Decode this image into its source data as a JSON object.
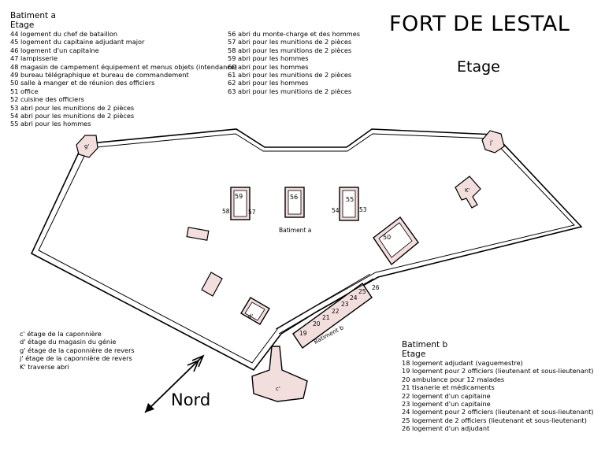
{
  "title": "FORT DE LESTAL",
  "subtitle": "Etage",
  "north_label": "Nord",
  "legend_a": {
    "heading1": "Batiment a",
    "heading2": "Etage",
    "items": [
      "44 logement du chef de bataillon",
      "45 logement du capitaine adjudant major",
      "46 logement d'un capitaine",
      "47 lampisserie",
      "48 magasin de campement équipement et menus objets (intendance)",
      "49 bureau télégraphique et bureau de commandement",
      "50 salle à manger et de réunion des officiers",
      "51 office",
      "52 cuisine des officiers",
      "53 abri pour les munitions de 2 pièces",
      "54 abri pour les munitions de 2 pièces",
      "55 abri pour les hommes"
    ]
  },
  "legend_a2": {
    "items": [
      "56 abri du monte-charge et des hommes",
      "57 abri pour les munitions de 2 pièces",
      "58 abri pour les munitions de 2 pièces",
      "59 abri pour les hommes",
      "60 abri pour les hommes",
      "61 abri pour les munitions de 2 pièces",
      "62 abri pour les hommes",
      "63 abri pour les munitions de 2 pièces"
    ]
  },
  "legend_c": {
    "items": [
      "c' étage de la caponnière",
      "d' étage du magasin du génie",
      "g' étage de la caponnière de revers",
      "j' étage de la caponnière de revers",
      "K' traverse abri"
    ]
  },
  "legend_b": {
    "heading1": "Batiment b",
    "heading2": "Etage",
    "items": [
      "18 logement adjudant (vaguemestre)",
      "19 logement pour 2 officiers (lieutenant et sous-lieutenant)",
      "20 ambulance pour 12 malades",
      "21 tisanerie et médicaments",
      "22 logement d'un capitaine",
      "23 logement d'un capitaine",
      "24 logement pour 2 officiers (lieutenant et sous-lieutenant)",
      "25 logement de 2 officiers (lieutenant et sous-lieutenant)",
      "26 logement d'un adjudant"
    ]
  },
  "plan_labels": {
    "batiment_a": "Batiment a",
    "batiment_b": "Batiment b",
    "r59": "59",
    "r58": "58",
    "r57": "57",
    "r56": "56",
    "r55": "55",
    "r54": "54",
    "r53": "53",
    "r50": "50",
    "r19": "19",
    "r20": "20",
    "r21": "21",
    "r22": "22",
    "r23": "23",
    "r24": "24",
    "r25": "25",
    "r26": "26",
    "c_prime": "c'",
    "g_prime": "g'",
    "j_prime": "j'",
    "k_prime": "K'",
    "d_prime": "d'"
  },
  "colors": {
    "wall_fill": "#f3dede",
    "line": "#000000"
  }
}
